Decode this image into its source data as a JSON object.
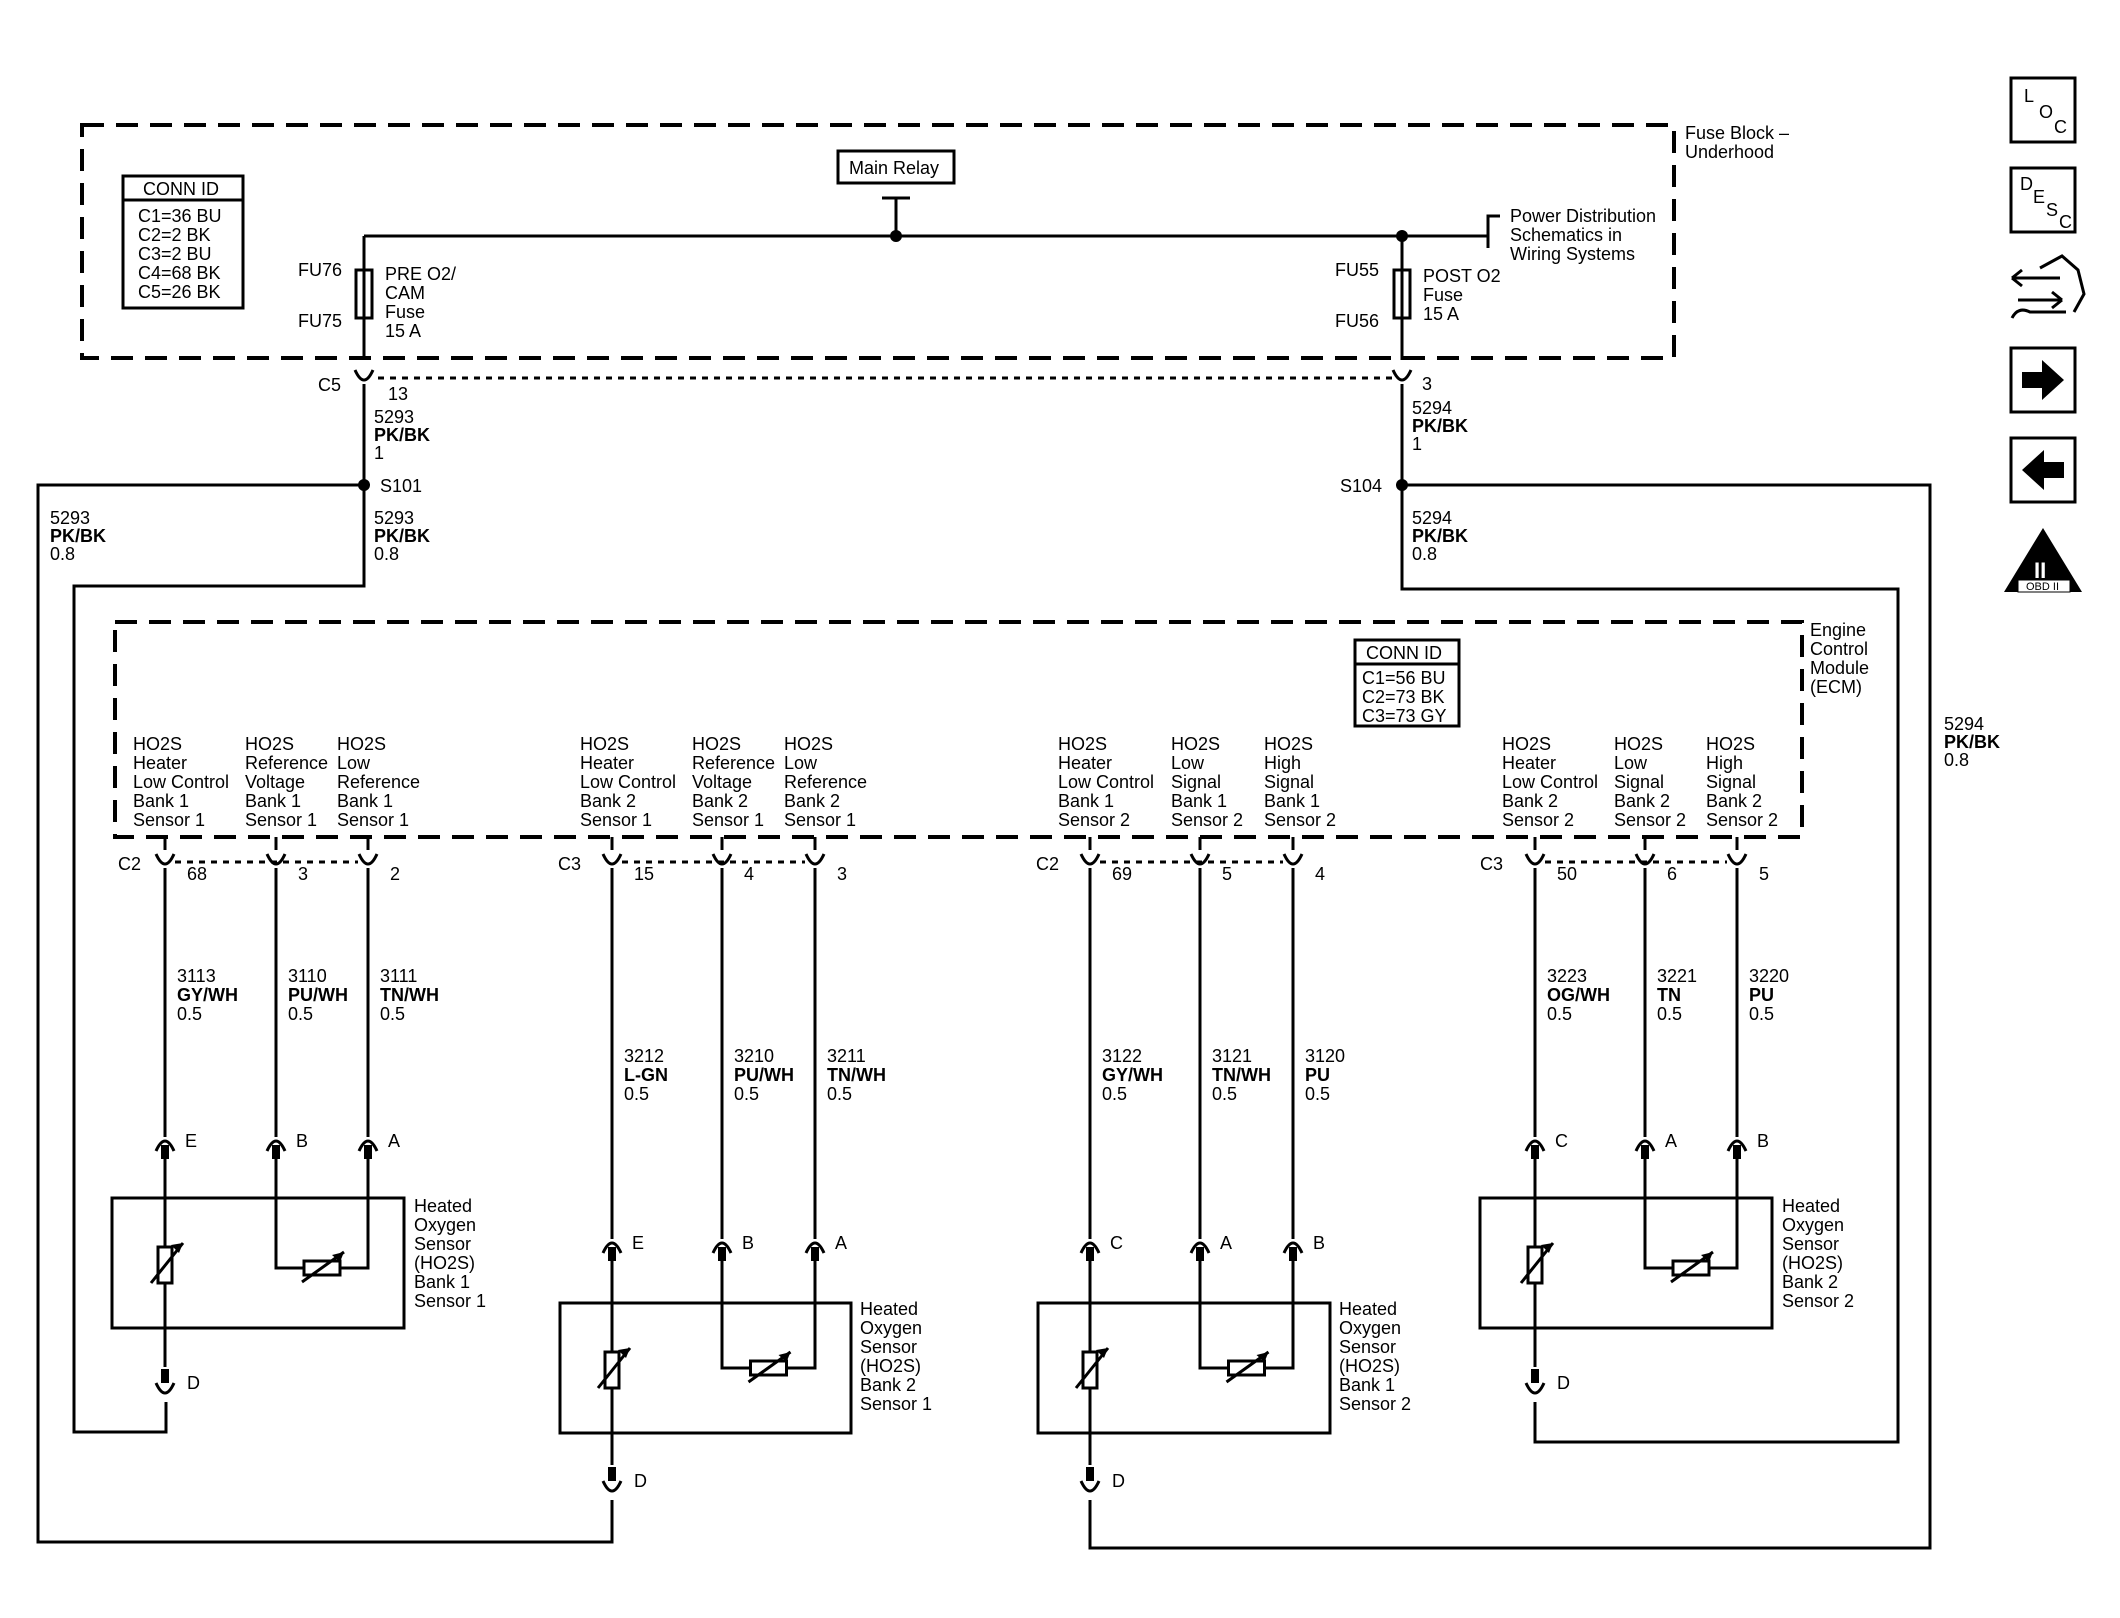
{
  "fuse_block": {
    "title": [
      "Fuse Block –",
      "Underhood"
    ],
    "conn_id": {
      "header": "CONN ID",
      "rows": [
        "C1=36 BU",
        "C2=2 BK",
        "C3=2 BU",
        "C4=68 BK",
        "C5=26 BK"
      ]
    },
    "main_relay": "Main Relay",
    "power_ref": [
      "Power Distribution",
      "Schematics in",
      "Wiring Systems"
    ],
    "fuse_left": {
      "top_id": "FU76",
      "bottom_id": "FU75",
      "label": [
        "PRE O2/",
        "CAM",
        "Fuse",
        "15 A"
      ]
    },
    "fuse_right": {
      "top_id": "FU55",
      "bottom_id": "FU56",
      "label": [
        "POST O2",
        "Fuse",
        "15 A"
      ]
    },
    "connector": "C5",
    "pin_left": "13",
    "pin_right": "3"
  },
  "feed_wires": {
    "left_upper": [
      "5293",
      "PK/BK",
      "1"
    ],
    "right_upper": [
      "5294",
      "PK/BK",
      "1"
    ],
    "splice_left": "S101",
    "splice_right": "S104",
    "left_lower": [
      "5293",
      "PK/BK",
      "0.8"
    ],
    "left_outer": [
      "5293",
      "PK/BK",
      "0.8"
    ],
    "right_lower": [
      "5294",
      "PK/BK",
      "0.8"
    ],
    "right_outer": [
      "5294",
      "PK/BK",
      "0.8"
    ]
  },
  "ecm": {
    "title": [
      "Engine",
      "Control",
      "Module",
      "(ECM)"
    ],
    "conn_id": {
      "header": "CONN ID",
      "rows": [
        "C1=56 BU",
        "C2=73 BK",
        "C3=73 GY"
      ]
    },
    "groups": [
      {
        "connector": "C2",
        "terminals": [
          {
            "label": [
              "HO2S",
              "Heater",
              "Low Control",
              "Bank 1",
              "Sensor 1"
            ],
            "pin": "68",
            "wire": [
              "3113",
              "GY/WH",
              "0.5"
            ],
            "sensor_pin": "E"
          },
          {
            "label": [
              "HO2S",
              "Reference",
              "Voltage",
              "Bank 1",
              "Sensor 1"
            ],
            "pin": "3",
            "wire": [
              "3110",
              "PU/WH",
              "0.5"
            ],
            "sensor_pin": "B"
          },
          {
            "label": [
              "HO2S",
              "Low",
              "Reference",
              "Bank 1",
              "Sensor 1"
            ],
            "pin": "2",
            "wire": [
              "3111",
              "TN/WH",
              "0.5"
            ],
            "sensor_pin": "A"
          }
        ],
        "sensor": [
          "Heated",
          "Oxygen",
          "Sensor",
          "(HO2S)",
          "Bank 1",
          "Sensor 1"
        ],
        "ground_pin": "D"
      },
      {
        "connector": "C3",
        "terminals": [
          {
            "label": [
              "HO2S",
              "Heater",
              "Low Control",
              "Bank 2",
              "Sensor 1"
            ],
            "pin": "15",
            "wire": [
              "3212",
              "L-GN",
              "0.5"
            ],
            "sensor_pin": "E"
          },
          {
            "label": [
              "HO2S",
              "Reference",
              "Voltage",
              "Bank 2",
              "Sensor 1"
            ],
            "pin": "4",
            "wire": [
              "3210",
              "PU/WH",
              "0.5"
            ],
            "sensor_pin": "B"
          },
          {
            "label": [
              "HO2S",
              "Low",
              "Reference",
              "Bank 2",
              "Sensor 1"
            ],
            "pin": "3",
            "wire": [
              "3211",
              "TN/WH",
              "0.5"
            ],
            "sensor_pin": "A"
          }
        ],
        "sensor": [
          "Heated",
          "Oxygen",
          "Sensor",
          "(HO2S)",
          "Bank 2",
          "Sensor 1"
        ],
        "ground_pin": "D"
      },
      {
        "connector": "C2",
        "terminals": [
          {
            "label": [
              "HO2S",
              "Heater",
              "Low Control",
              "Bank 1",
              "Sensor 2"
            ],
            "pin": "69",
            "wire": [
              "3122",
              "GY/WH",
              "0.5"
            ],
            "sensor_pin": "C"
          },
          {
            "label": [
              "HO2S",
              "Low",
              "Signal",
              "Bank 1",
              "Sensor 2"
            ],
            "pin": "5",
            "wire": [
              "3121",
              "TN/WH",
              "0.5"
            ],
            "sensor_pin": "A"
          },
          {
            "label": [
              "HO2S",
              "High",
              "Signal",
              "Bank 1",
              "Sensor 2"
            ],
            "pin": "4",
            "wire": [
              "3120",
              "PU",
              "0.5"
            ],
            "sensor_pin": "B"
          }
        ],
        "sensor": [
          "Heated",
          "Oxygen",
          "Sensor",
          "(HO2S)",
          "Bank 1",
          "Sensor 2"
        ],
        "ground_pin": "D"
      },
      {
        "connector": "C3",
        "terminals": [
          {
            "label": [
              "HO2S",
              "Heater",
              "Low Control",
              "Bank 2",
              "Sensor 2"
            ],
            "pin": "50",
            "wire": [
              "3223",
              "OG/WH",
              "0.5"
            ],
            "sensor_pin": "C"
          },
          {
            "label": [
              "HO2S",
              "Low",
              "Signal",
              "Bank 2",
              "Sensor 2"
            ],
            "pin": "6",
            "wire": [
              "3221",
              "TN",
              "0.5"
            ],
            "sensor_pin": "A"
          },
          {
            "label": [
              "HO2S",
              "High",
              "Signal",
              "Bank 2",
              "Sensor 2"
            ],
            "pin": "5",
            "wire": [
              "3220",
              "PU",
              "0.5"
            ],
            "sensor_pin": "B"
          }
        ],
        "sensor": [
          "Heated",
          "Oxygen",
          "Sensor",
          "(HO2S)",
          "Bank 2",
          "Sensor 2"
        ],
        "ground_pin": "D"
      }
    ]
  },
  "nav": {
    "loc": [
      "L",
      "O",
      "C"
    ],
    "desc": [
      "D",
      "E",
      "S",
      "C"
    ],
    "obd": "OBD II",
    "obd_mark": "II",
    "icons": [
      "location-icon",
      "description-icon",
      "connector-wrench-icon",
      "next-arrow-icon",
      "previous-arrow-icon",
      "obd-ii-icon"
    ]
  }
}
